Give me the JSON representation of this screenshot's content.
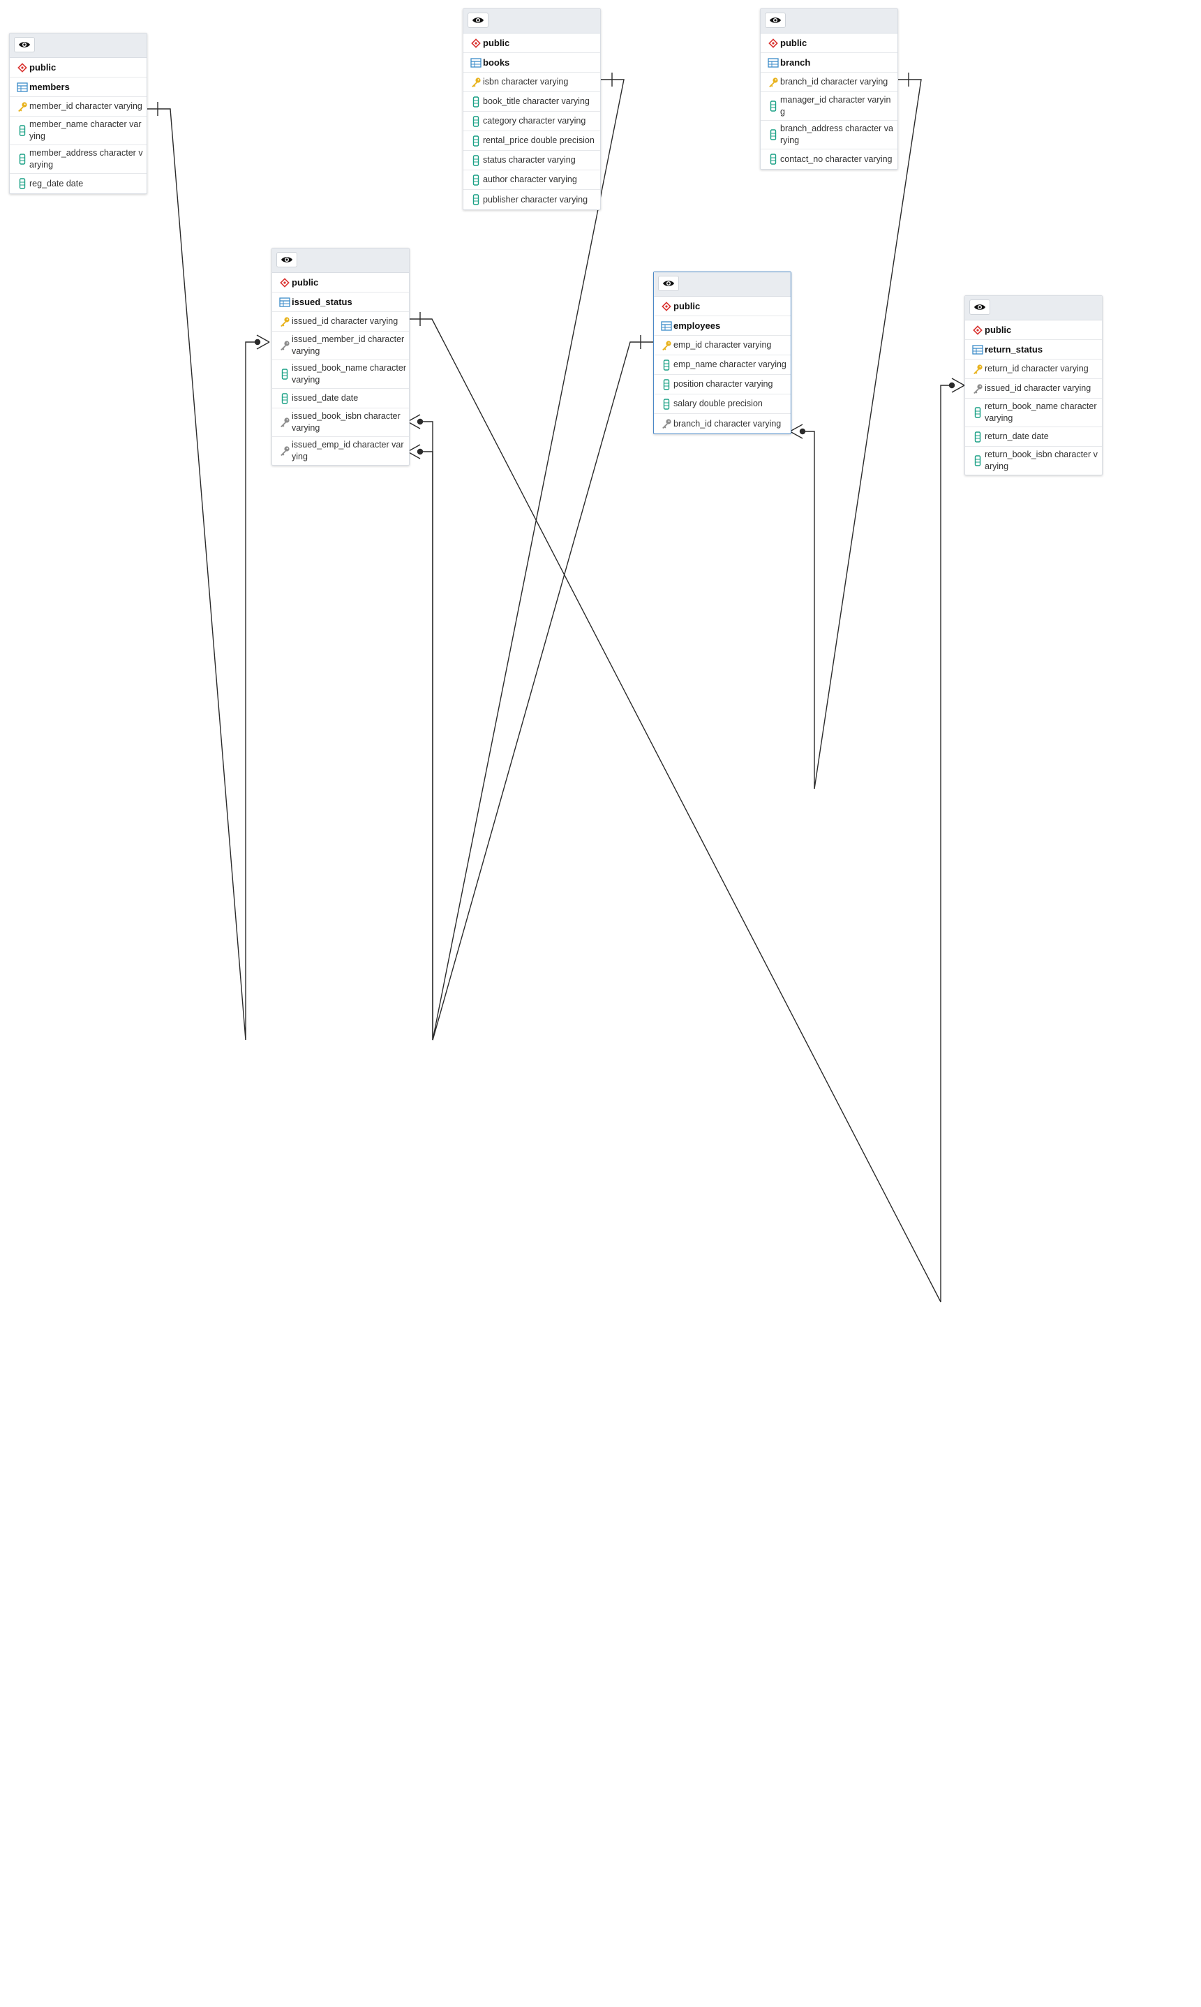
{
  "colors": {
    "key": "#e8b21c",
    "column": "#1aa085",
    "schema": "#d9322f",
    "table": "#3b8bc8",
    "fk": "#8c8c8c"
  },
  "tables": {
    "members": {
      "schema": "public",
      "name": "members",
      "columns": [
        "member_id character varying",
        "member_name character varying",
        "member_address character varying",
        "reg_date date"
      ]
    },
    "books": {
      "schema": "public",
      "name": "books",
      "columns": [
        "isbn character varying",
        "book_title character varying",
        "category character varying",
        "rental_price double precision",
        "status character varying",
        "author character varying",
        "publisher character varying"
      ]
    },
    "branch": {
      "schema": "public",
      "name": "branch",
      "columns": [
        "branch_id character varying",
        "manager_id character varying",
        "branch_address character varying",
        "contact_no character varying"
      ]
    },
    "issued_status": {
      "schema": "public",
      "name": "issued_status",
      "columns": [
        "issued_id character varying",
        "issued_member_id character varying",
        "issued_book_name character varying",
        "issued_date date",
        "issued_book_isbn character varying",
        "issued_emp_id character varying"
      ]
    },
    "employees": {
      "schema": "public",
      "name": "employees",
      "columns": [
        "emp_id character varying",
        "emp_name character varying",
        "position character varying",
        "salary double precision",
        "branch_id character varying"
      ]
    },
    "return_status": {
      "schema": "public",
      "name": "return_status",
      "columns": [
        "return_id character varying",
        "issued_id character varying",
        "return_book_name character varying",
        "return_date date",
        "return_book_isbn character varying"
      ]
    }
  }
}
